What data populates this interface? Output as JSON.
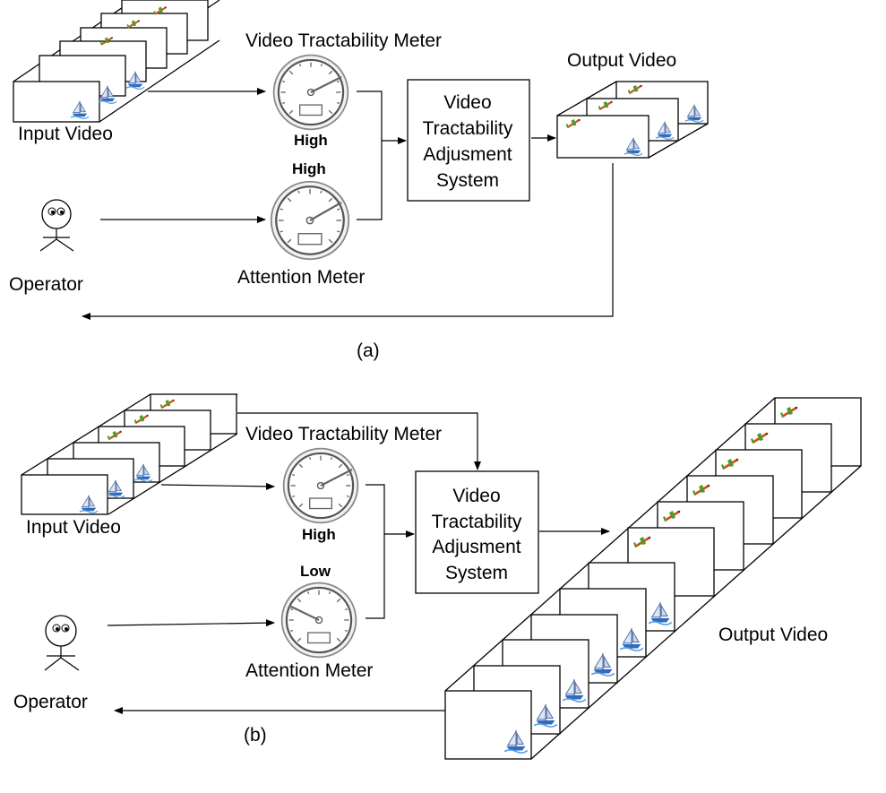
{
  "panel_a": {
    "input_label": "Input Video",
    "tractability_meter_label": "Video Tractability Meter",
    "tractability_level": "High",
    "attention_level": "High",
    "attention_meter_label": "Attention Meter",
    "operator_label": "Operator",
    "system_lines": [
      "Video",
      "Tractability",
      "Adjusment",
      "System"
    ],
    "output_label": "Output Video",
    "caption": "(a)"
  },
  "panel_b": {
    "input_label": "Input Video",
    "tractability_meter_label": "Video Tractability Meter",
    "tractability_level": "High",
    "attention_level": "Low",
    "attention_meter_label": "Attention Meter",
    "operator_label": "Operator",
    "system_lines": [
      "Video",
      "Tractability",
      "Adjusment",
      "System"
    ],
    "output_label": "Output Video",
    "caption": "(b)"
  },
  "icons": {
    "frame_content": [
      "sailboat-icon",
      "airplane-icon"
    ],
    "meter": "gauge-icon",
    "operator": "stick-figure-icon"
  },
  "colors": {
    "airplane_body": "#d2521c",
    "airplane_wing": "#4e9a2a",
    "boat_sail": "#dfe6f4",
    "boat_hull": "#2f6cc0"
  }
}
